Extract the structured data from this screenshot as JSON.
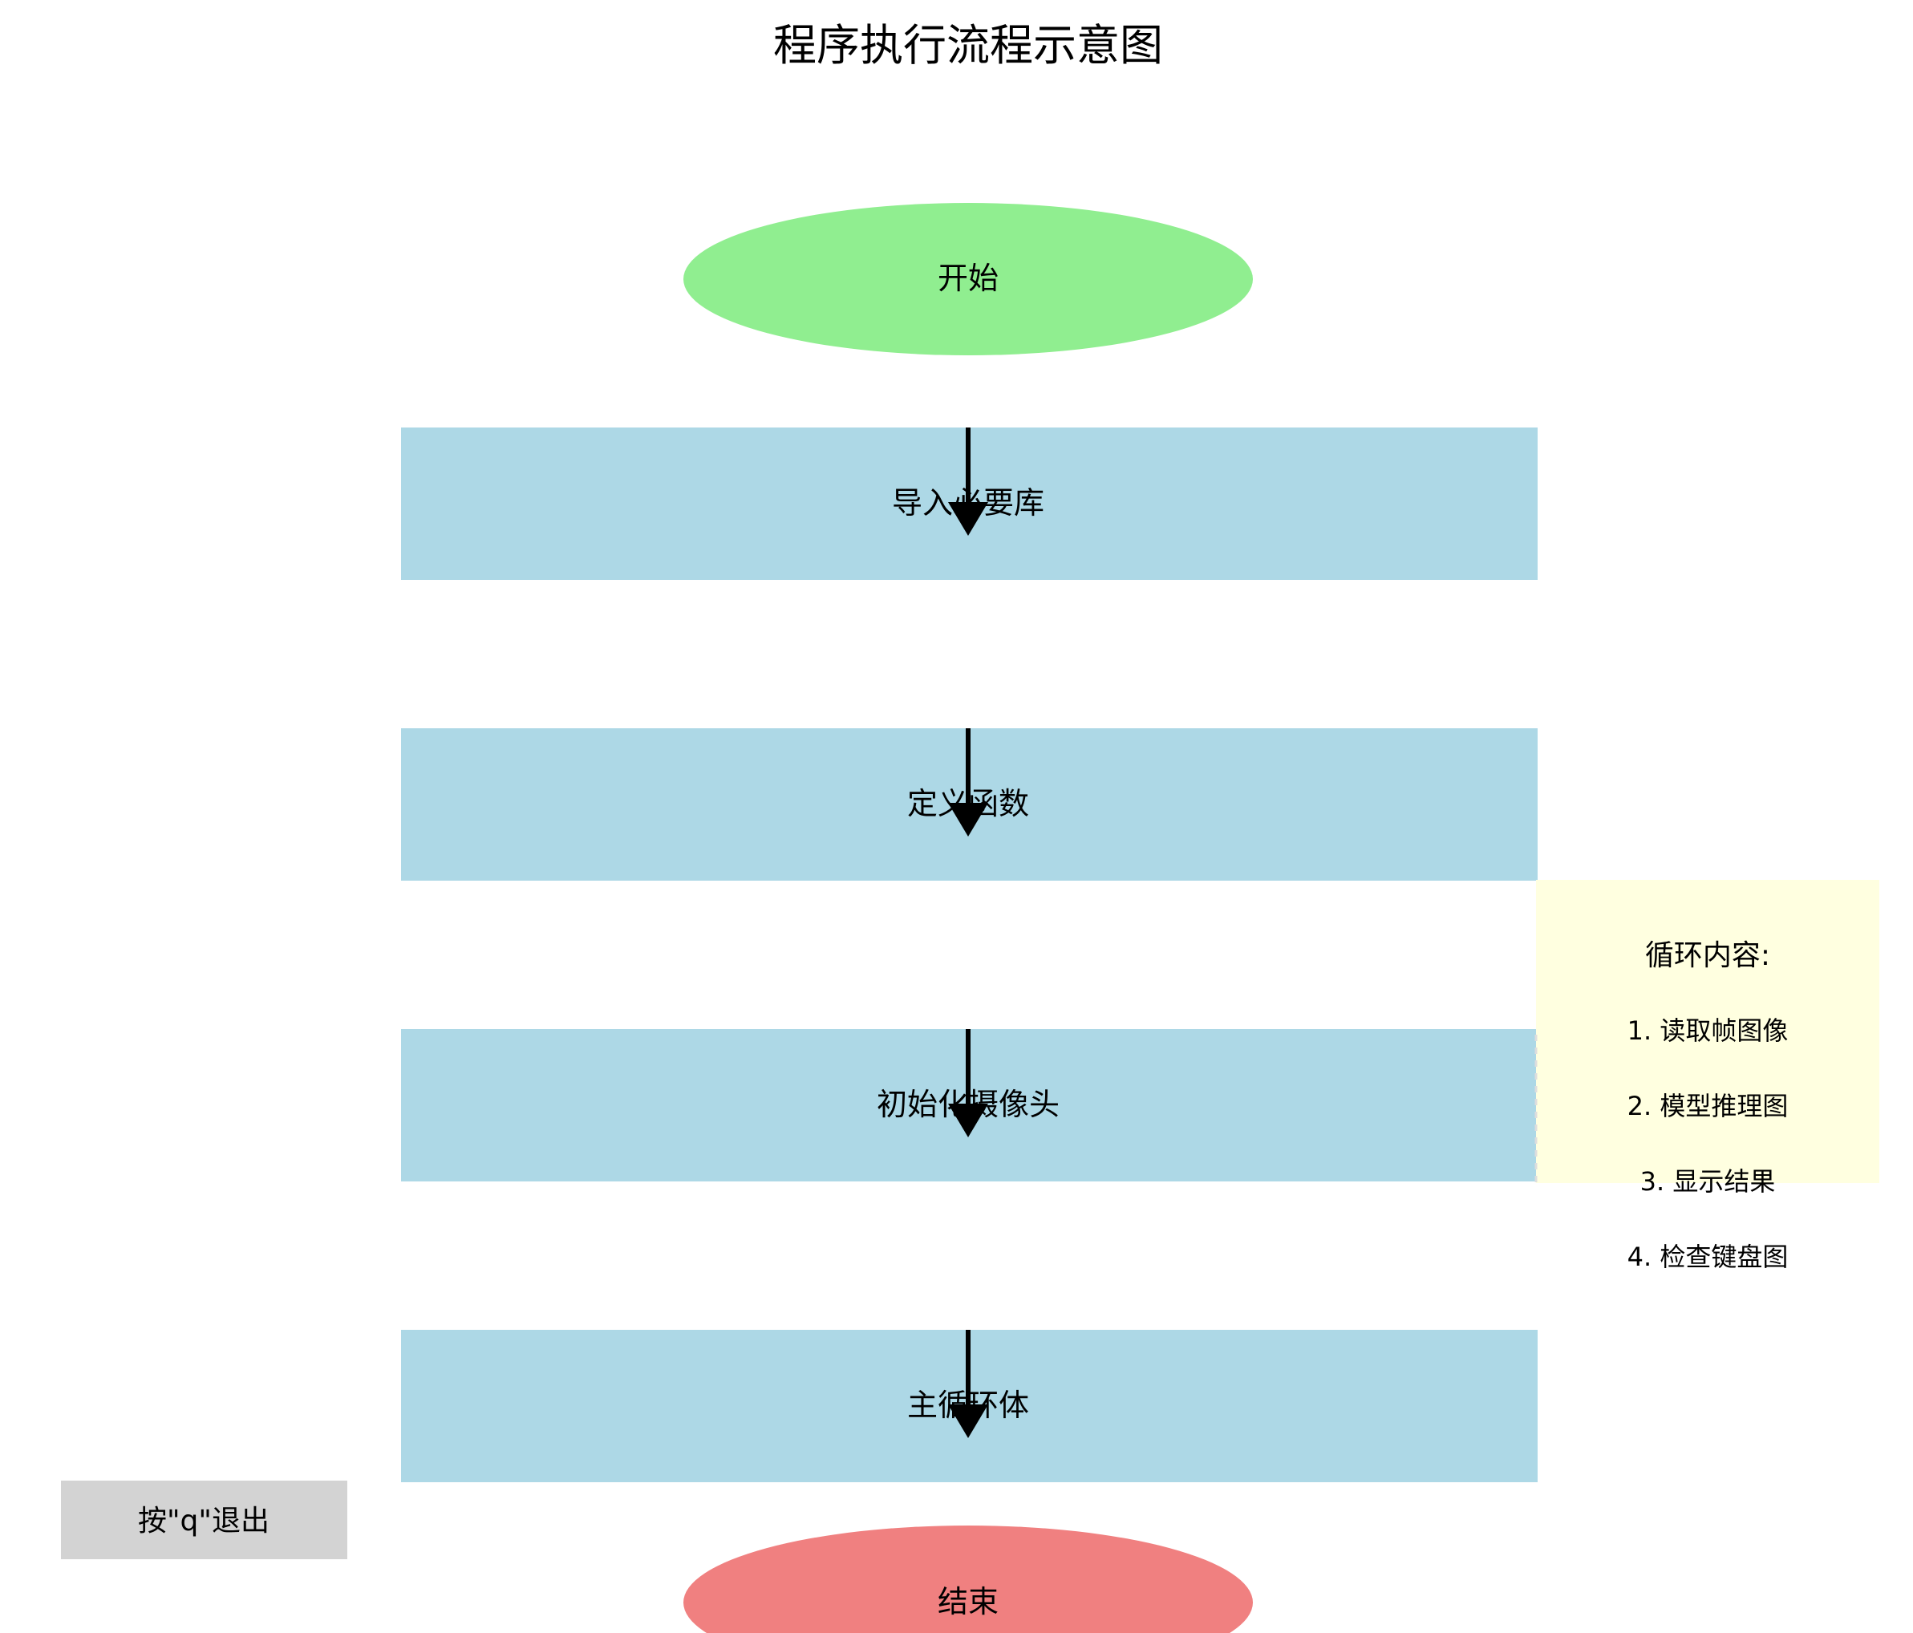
{
  "title": "程序执行流程示意图",
  "nodes": {
    "start": {
      "label": "开始",
      "color": "#90EE90"
    },
    "step1": {
      "label": "导入必要库",
      "color": "#ADD8E6"
    },
    "step2": {
      "label": "定义函数",
      "color": "#ADD8E6"
    },
    "step3": {
      "label": "初始化摄像头",
      "color": "#ADD8E6"
    },
    "step4": {
      "label": "主循环体",
      "color": "#ADD8E6"
    },
    "end": {
      "label": "结束",
      "color": "#F08080"
    }
  },
  "note": {
    "title": "循环内容:",
    "items": [
      "1. 读取帧图像",
      "2. 模型推理图",
      "3. 显示结果",
      "4. 检查键盘图"
    ],
    "color": "#FFFFE0"
  },
  "quit_hint": {
    "label": "按\"q\"退出",
    "color": "#D3D3D3"
  },
  "arrow_color": "#000000"
}
